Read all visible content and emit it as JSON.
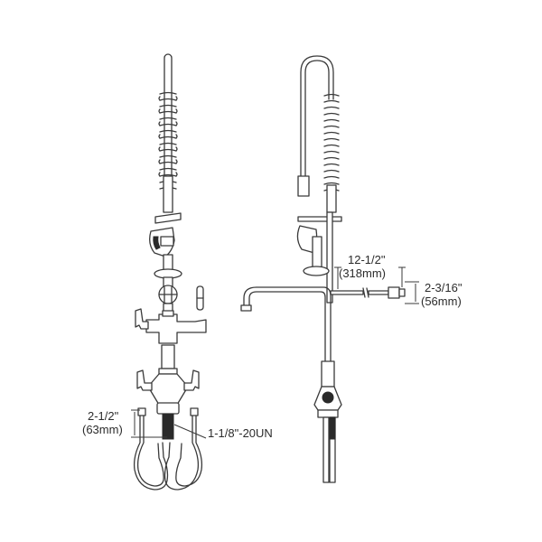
{
  "diagram": {
    "subject": "pre-rinse faucet assembly",
    "views": [
      "front-view",
      "side-view"
    ],
    "colors": {
      "line": "#3a3a3a",
      "fill": "#ffffff",
      "dark_fill": "#2a2a2a",
      "text": "#2b2b2b"
    }
  },
  "labels": {
    "supply_spacing": {
      "imperial": "2-1/2\"",
      "metric": "(63mm)"
    },
    "thread_spec": "1-1/8\"-20UN",
    "spout_reach": {
      "imperial": "12-1/2\"",
      "metric": "(318mm)"
    },
    "wall_bracket": {
      "imperial": "2-3/16\"",
      "metric": "(56mm)"
    }
  }
}
